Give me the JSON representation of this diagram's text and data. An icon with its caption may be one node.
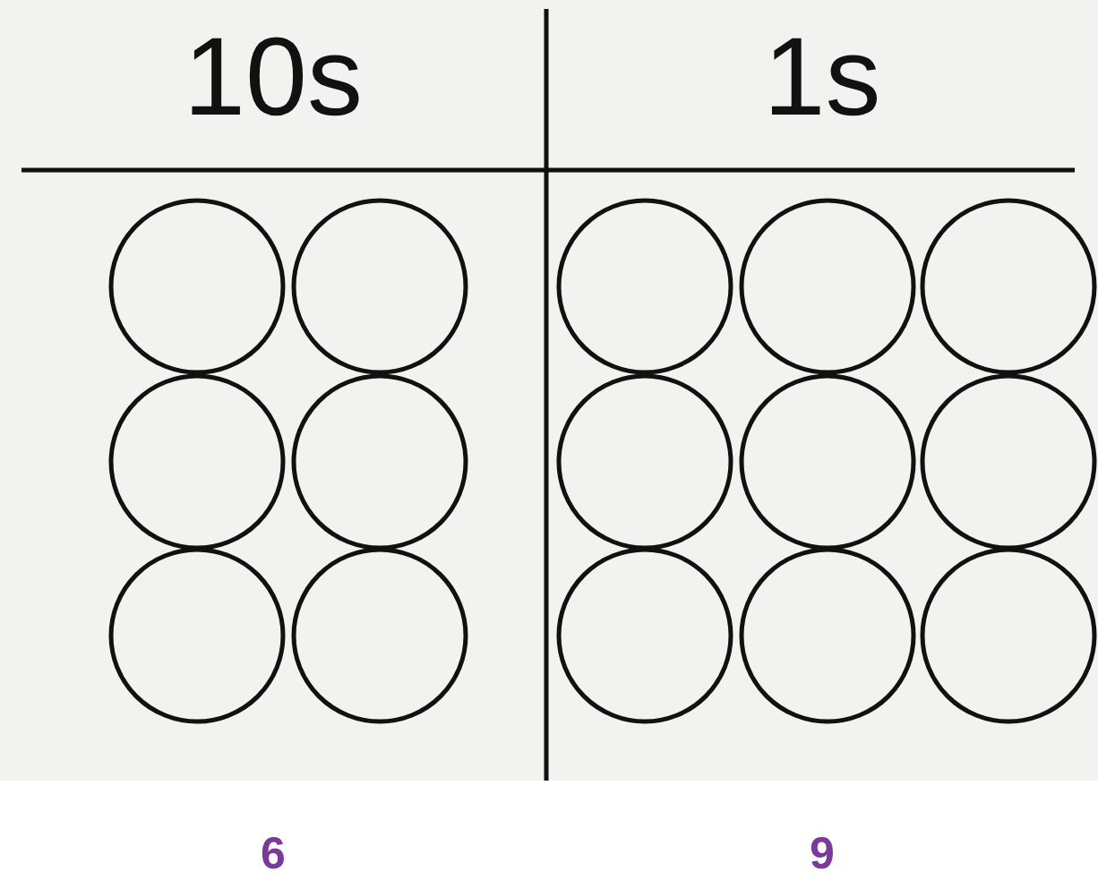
{
  "diagram": {
    "nodes": [
      {
        "text": [
          "10s"
        ],
        "beside": [
          "6"
        ]
      },
      {
        "text": [],
        "shape": "circle",
        "in": 0
      },
      {
        "text": [],
        "shape": "circle",
        "in": 0
      },
      {
        "text": [],
        "shape": "circle",
        "in": 0
      },
      {
        "text": [],
        "shape": "circle",
        "in": 0
      },
      {
        "text": [],
        "shape": "circle",
        "in": 0
      },
      {
        "text": [],
        "shape": "circle",
        "in": 0
      },
      {
        "text": [
          "1s"
        ],
        "beside": [
          "9"
        ]
      },
      {
        "text": [],
        "shape": "circle",
        "in": 7
      },
      {
        "text": [],
        "shape": "circle",
        "in": 7
      },
      {
        "text": [],
        "shape": "circle",
        "in": 7
      },
      {
        "text": [],
        "shape": "circle",
        "in": 7
      },
      {
        "text": [],
        "shape": "circle",
        "in": 7
      },
      {
        "text": [],
        "shape": "circle",
        "in": 7
      },
      {
        "text": [],
        "shape": "circle",
        "in": 7
      },
      {
        "text": [],
        "shape": "circle",
        "in": 7
      },
      {
        "text": [],
        "shape": "circle",
        "in": 7
      }
    ]
  }
}
